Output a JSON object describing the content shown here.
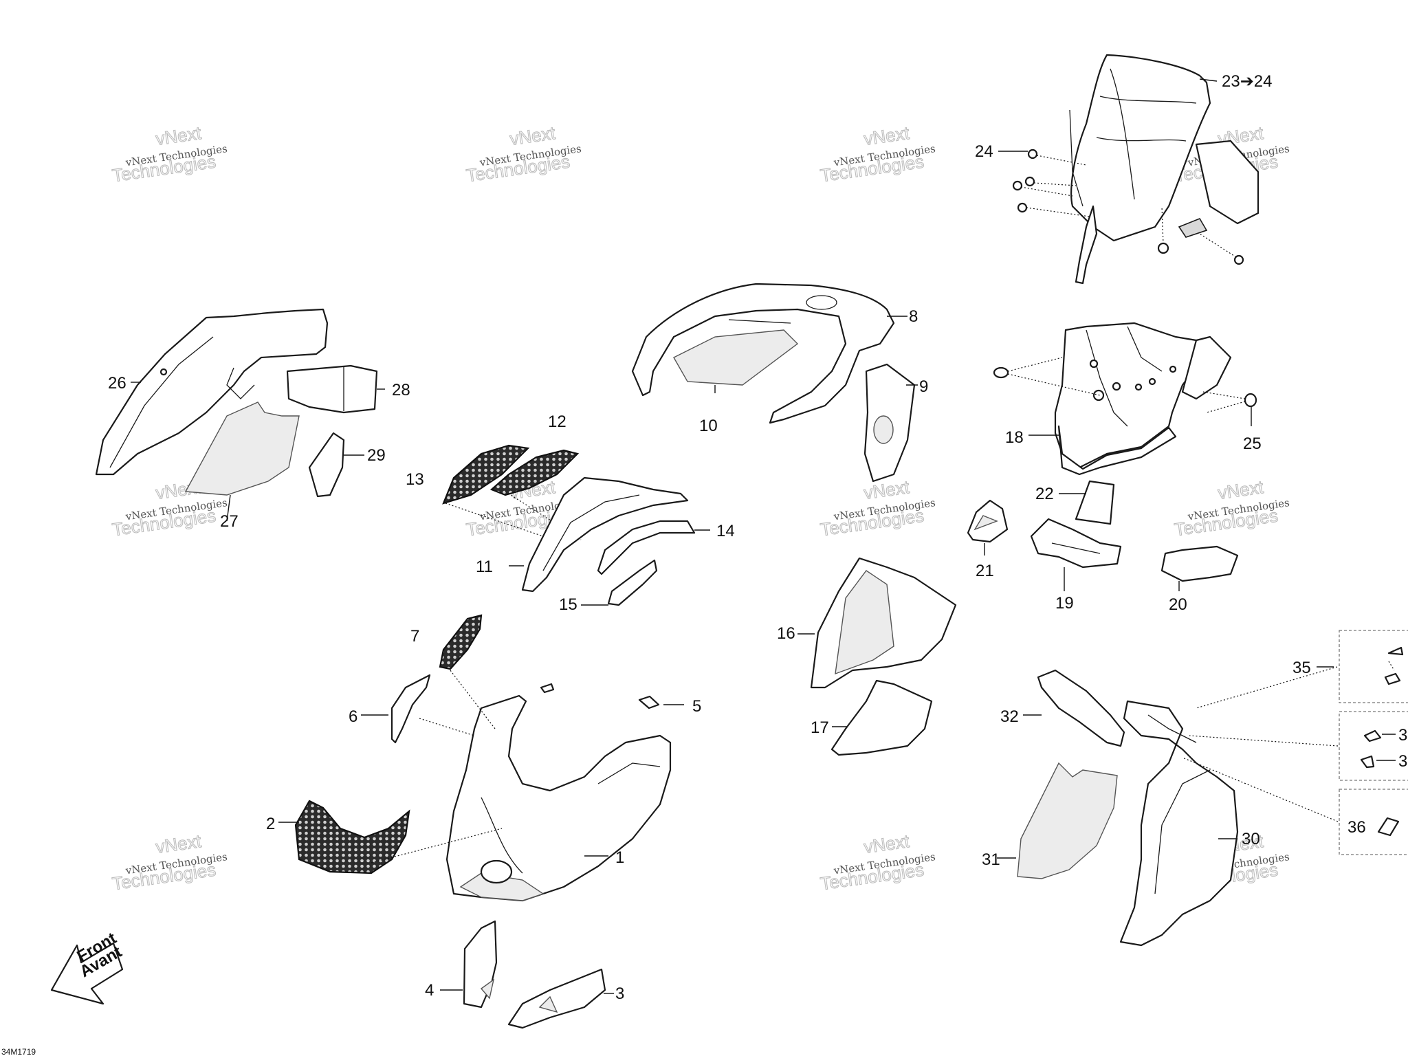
{
  "watermark": {
    "line1": "vNext Technologies",
    "line2": "Technologies",
    "stamp": "vNext"
  },
  "reference_code": "34M1719",
  "front_arrow": {
    "line1": "Front",
    "line2": "Avant"
  },
  "callouts": {
    "c1": "1",
    "c2": "2",
    "c3": "3",
    "c4": "4",
    "c5": "5",
    "c6": "6",
    "c7": "7",
    "c8": "8",
    "c9": "9",
    "c10": "10",
    "c11": "11",
    "c12": "12",
    "c13": "13",
    "c14": "14",
    "c15": "15",
    "c16": "16",
    "c17": "17",
    "c18": "18",
    "c19": "19",
    "c20": "20",
    "c21": "21",
    "c22": "22",
    "c23": "23➔24",
    "c24": "24",
    "c25": "25",
    "c26": "26",
    "c27": "27",
    "c28": "28",
    "c29": "29",
    "c30": "30",
    "c31": "31",
    "c32": "32",
    "c33": "3",
    "c34": "3",
    "c35": "35",
    "c36": "36"
  }
}
